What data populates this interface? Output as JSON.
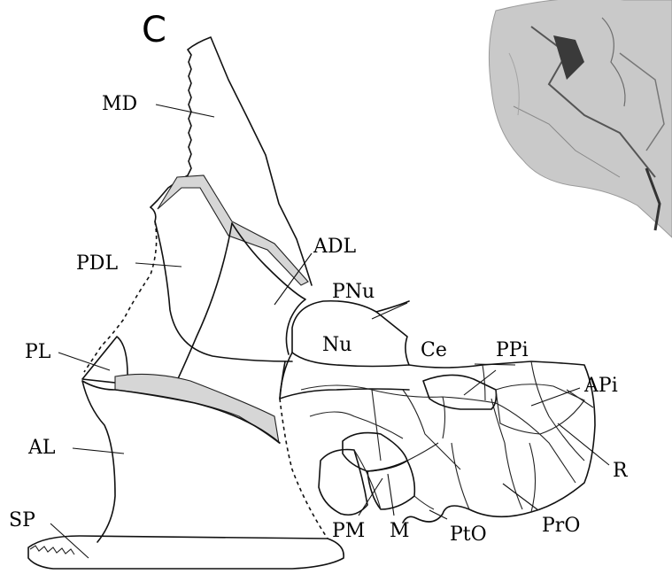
{
  "figure": {
    "panel_letter": "C",
    "labels": {
      "MD": "MD",
      "PDL": "PDL",
      "ADL": "ADL",
      "PNu": "PNu",
      "Nu": "Nu",
      "Ce": "Ce",
      "PPi": "PPi",
      "APi": "APi",
      "PL": "PL",
      "AL": "AL",
      "R": "R",
      "SP": "SP",
      "PM": "PM",
      "M": "M",
      "PtO": "PtO",
      "PrO": "PrO"
    }
  }
}
